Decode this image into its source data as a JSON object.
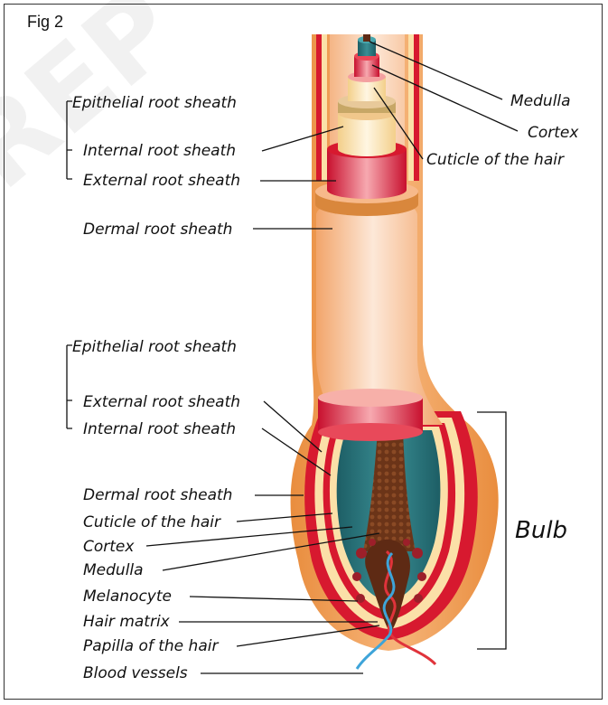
{
  "figure": {
    "label": "Fig 2"
  },
  "watermark": "REP",
  "colors": {
    "outer_sheath": "#f2a25b",
    "dermal_sheath": "#f8c7a2",
    "external_sheath_red": "#e31c39",
    "internal_sheath_cream": "#fbe2b2",
    "cortex_teal": "#2f7f86",
    "medulla_brown": "#5e2a14",
    "blood_red": "#e0333b",
    "blood_blue": "#3ea4d9"
  },
  "labels": {
    "top": {
      "medulla": "Medulla",
      "cortex": "Cortex",
      "cuticle": "Cuticle of the hair",
      "epithelial": "Epithelial root sheath",
      "internal": "Internal root sheath",
      "external": "External root sheath",
      "dermal": "Dermal root sheath"
    },
    "bottom": {
      "epithelial": "Epithelial root sheath",
      "external": "External root sheath",
      "internal": "Internal root sheath",
      "dermal": "Dermal root sheath",
      "cuticle": "Cuticle of the hair",
      "cortex": "Cortex",
      "medulla": "Medulla",
      "melanocyte": "Melanocyte",
      "hair_matrix": "Hair matrix",
      "papilla": "Papilla of the hair",
      "blood_vessels": "Blood vessels"
    },
    "bulb": "Bulb"
  }
}
